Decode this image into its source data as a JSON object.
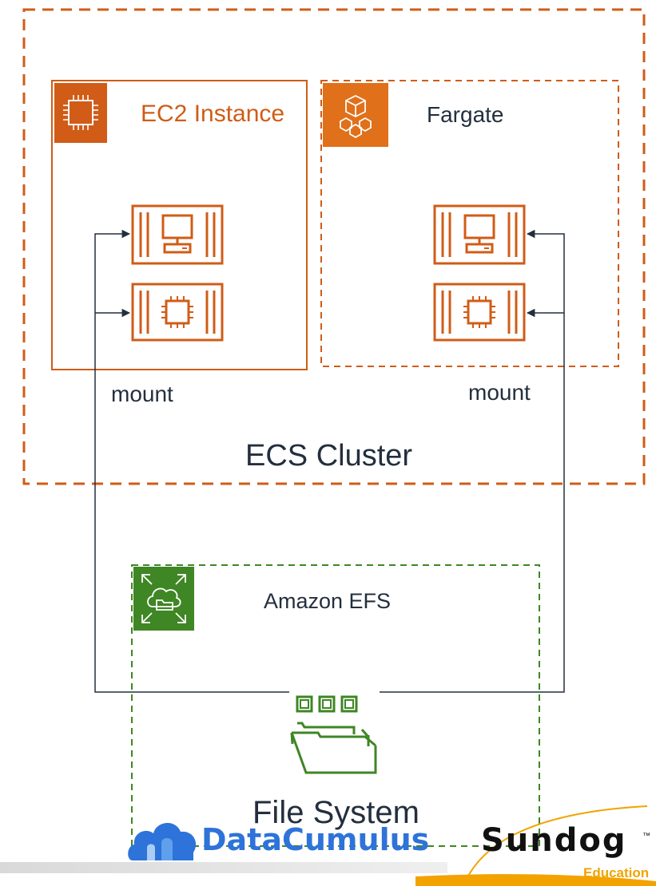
{
  "colors": {
    "aws_orange": "#D05C17",
    "efs_green": "#3F8624",
    "connector": "#232F3E",
    "text_dark": "#232F3E",
    "datacumulus_blue": "#2E73D9",
    "sundog_yellow": "#F2A300"
  },
  "ecs_cluster": {
    "label": "ECS Cluster"
  },
  "ec2_instance": {
    "label": "EC2 Instance",
    "icon": "ec2-chip-icon"
  },
  "fargate": {
    "label": "Fargate",
    "icon": "fargate-icon"
  },
  "containers": [
    {
      "group": "ec2",
      "icon": "container-computer-icon"
    },
    {
      "group": "ec2",
      "icon": "container-chip-icon"
    },
    {
      "group": "fargate",
      "icon": "container-computer-icon"
    },
    {
      "group": "fargate",
      "icon": "container-chip-icon"
    }
  ],
  "mount_labels": {
    "left": "mount",
    "right": "mount"
  },
  "efs": {
    "label": "Amazon EFS",
    "icon": "efs-cloud-folder-icon"
  },
  "file_system": {
    "label": "File System",
    "icon": "file-system-folder-icon"
  },
  "watermarks": {
    "datacumulus": "DataCumulus",
    "sundog": "Sundog",
    "sundog_sub": "Education",
    "trademark": "™"
  }
}
